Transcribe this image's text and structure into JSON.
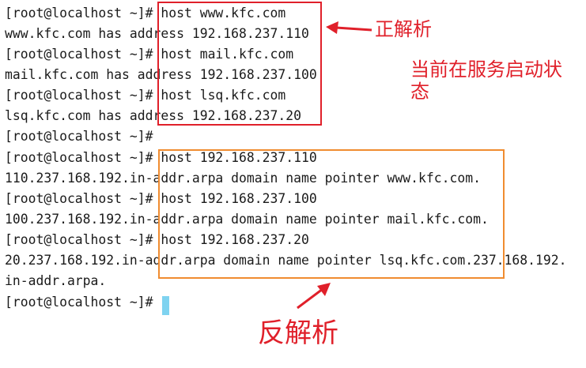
{
  "terminal": {
    "lines": [
      "[root@localhost ~]# host www.kfc.com",
      "www.kfc.com has address 192.168.237.110",
      "[root@localhost ~]# host mail.kfc.com",
      "mail.kfc.com has address 192.168.237.100",
      "[root@localhost ~]# host lsq.kfc.com",
      "lsq.kfc.com has address 192.168.237.20",
      "[root@localhost ~]#",
      "[root@localhost ~]# host 192.168.237.110",
      "110.237.168.192.in-addr.arpa domain name pointer www.kfc.com.",
      "[root@localhost ~]# host 192.168.237.100",
      "100.237.168.192.in-addr.arpa domain name pointer mail.kfc.com.",
      "[root@localhost ~]# host 192.168.237.20",
      "20.237.168.192.in-addr.arpa domain name pointer lsq.kfc.com.237.168.192.",
      "in-addr.arpa.",
      "[root@localhost ~]#"
    ]
  },
  "annotations": {
    "forward": "正解析",
    "status": "当前在服务启动状态",
    "reverse": "反解析"
  },
  "colors": {
    "forward_box": "#e0202a",
    "reverse_box": "#f08c30",
    "annotation_text": "#e0202a",
    "cursor": "#7fd3f0"
  }
}
